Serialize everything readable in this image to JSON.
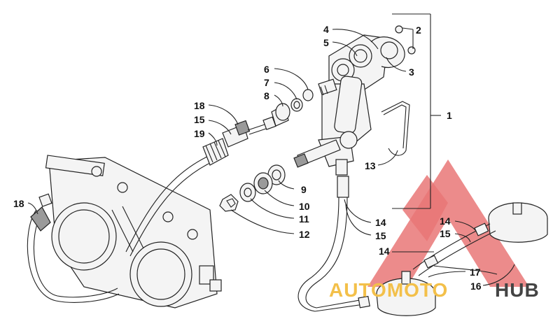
{
  "diagram": {
    "callouts": [
      "1",
      "2",
      "3",
      "4",
      "5",
      "6",
      "7",
      "8",
      "9",
      "10",
      "11",
      "12",
      "13",
      "14",
      "14",
      "14",
      "15",
      "15",
      "15",
      "16",
      "17",
      "18",
      "18",
      "19"
    ]
  },
  "watermark": {
    "brand_part1": "AUTOMOTO",
    "brand_part2": "HUB",
    "logo_color": "#e24a4a",
    "text_color_1": "#f3c04a",
    "text_color_2": "#444444"
  }
}
